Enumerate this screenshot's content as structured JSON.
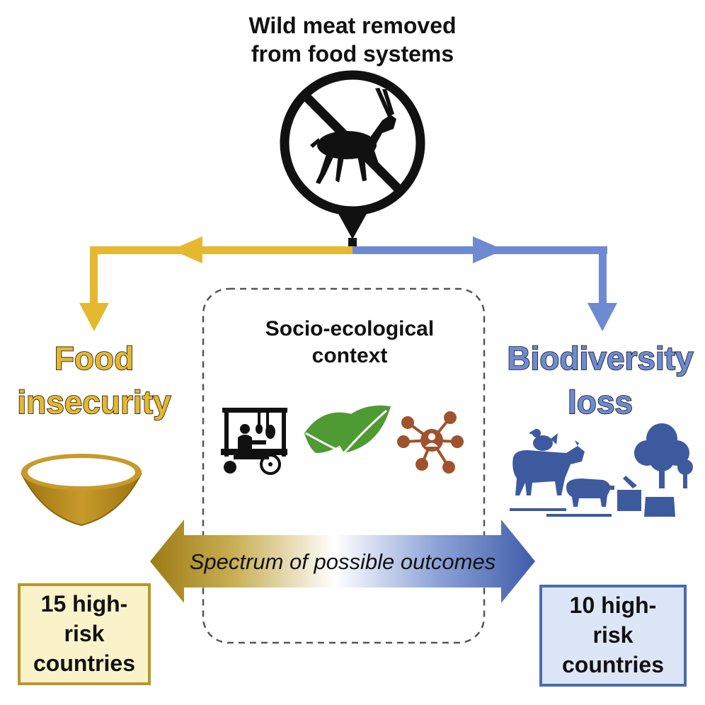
{
  "title": {
    "line1": "Wild meat removed",
    "line2": "from food systems"
  },
  "context": {
    "line1": "Socio-ecological",
    "line2": "context"
  },
  "food_insecurity": {
    "line1": "Food",
    "line2": "insecurity",
    "color": "#E6B830",
    "count_box": {
      "line1": "15 high-",
      "line2": "risk",
      "line3": "countries",
      "fill": "#FAF3C9",
      "stroke": "#B8962A"
    }
  },
  "biodiversity_loss": {
    "line1": "Biodiversity",
    "line2": "loss",
    "color": "#6E8AD2",
    "count_box": {
      "line1": "10 high-",
      "line2": "risk",
      "line3": "countries",
      "fill": "#DDE6F6",
      "stroke": "#4A6BB5"
    }
  },
  "spectrum": {
    "label": "Spectrum of possible outcomes",
    "left_color": "#9C7B12",
    "right_color": "#3F5CAA"
  },
  "icons": [
    "no-wild-meat-icon",
    "bowl-icon",
    "market-stall-icon",
    "leaf-icon",
    "social-network-icon",
    "livestock-icon",
    "deforestation-icon"
  ],
  "colors": {
    "gold_arrow": "#E6B830",
    "blue_arrow": "#6E8AD2",
    "bowl": "#B8860B",
    "leaf": "#4E9A33",
    "network": "#A0522D",
    "livestock": "#3E5A9E",
    "black": "#111111"
  }
}
